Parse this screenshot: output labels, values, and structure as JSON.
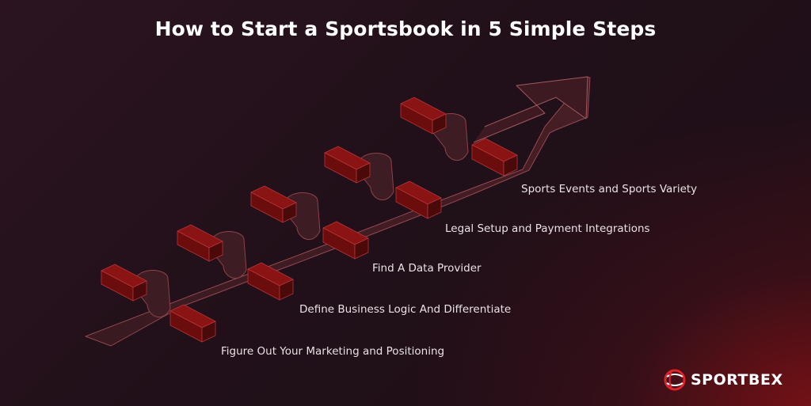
{
  "title": "How to Start a Sportsbook in 5 Simple Steps",
  "steps": [
    {
      "label": "Figure Out Your Marketing and Positioning"
    },
    {
      "label": "Define Business Logic And Differentiate"
    },
    {
      "label": "Find A Data Provider"
    },
    {
      "label": "Legal Setup and Payment Integrations"
    },
    {
      "label": "Sports Events and Sports Variety"
    }
  ],
  "brand": {
    "name": "SPORTBEX",
    "logo_icon": "sportbex-ball-logo"
  },
  "colors": {
    "block_front": "#6b0d0d",
    "block_top": "#8a1414",
    "block_side": "#4a0a0a",
    "ribbon": "#3a1e24",
    "ribbon_stroke": "#8a4048",
    "arrow_stroke": "#a35860",
    "accent": "#e0222a"
  }
}
